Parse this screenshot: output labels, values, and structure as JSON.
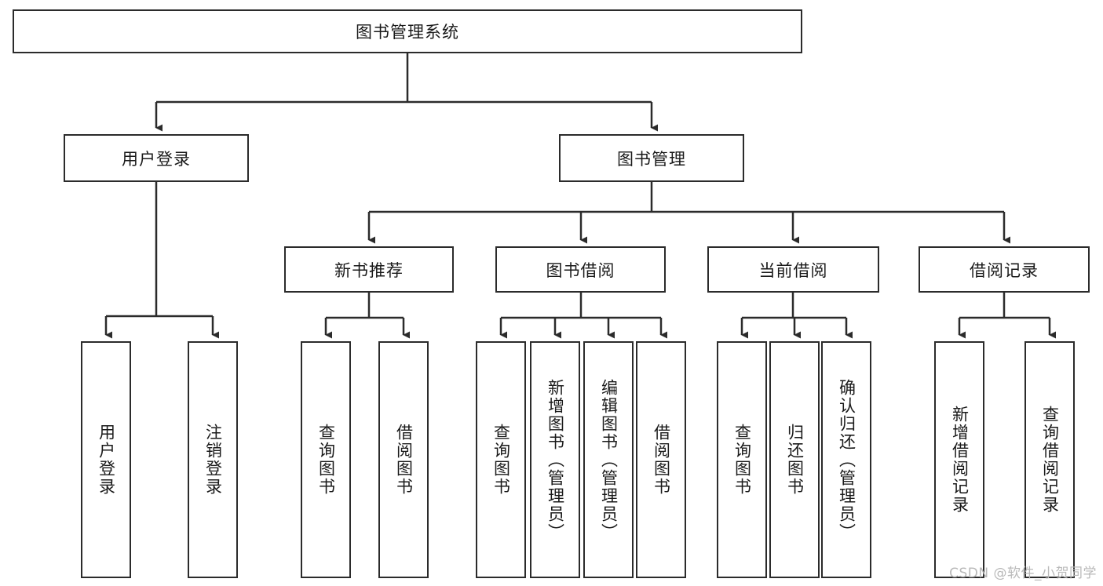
{
  "diagram": {
    "title": "图书管理系统",
    "type": "tree-hierarchy-diagram",
    "root": {
      "label": "图书管理系统"
    },
    "level2": [
      {
        "label": "用户登录"
      },
      {
        "label": "图书管理"
      }
    ],
    "level3": [
      {
        "label": "新书推荐"
      },
      {
        "label": "图书借阅"
      },
      {
        "label": "当前借阅"
      },
      {
        "label": "借阅记录"
      }
    ],
    "leaves_user_login": [
      {
        "label": "用户登录"
      },
      {
        "label": "注销登录"
      }
    ],
    "leaves_new_book": [
      {
        "label": "查询图书"
      },
      {
        "label": "借阅图书"
      }
    ],
    "leaves_book_borrow": [
      {
        "label": "查询图书"
      },
      {
        "label": "新增图书（管理员）"
      },
      {
        "label": "编辑图书（管理员）"
      },
      {
        "label": "借阅图书"
      }
    ],
    "leaves_current_borrow": [
      {
        "label": "查询图书"
      },
      {
        "label": "归还图书"
      },
      {
        "label": "确认归还（管理员）"
      }
    ],
    "leaves_borrow_record": [
      {
        "label": "新增借阅记录"
      },
      {
        "label": "查询借阅记录"
      }
    ]
  },
  "watermark": {
    "text": "CSDN @软件_小贺同学"
  },
  "colors": {
    "stroke": "#2b2b2b",
    "background": "#ffffff",
    "text": "#1a1a1a",
    "watermark": "#b9b9b9"
  }
}
